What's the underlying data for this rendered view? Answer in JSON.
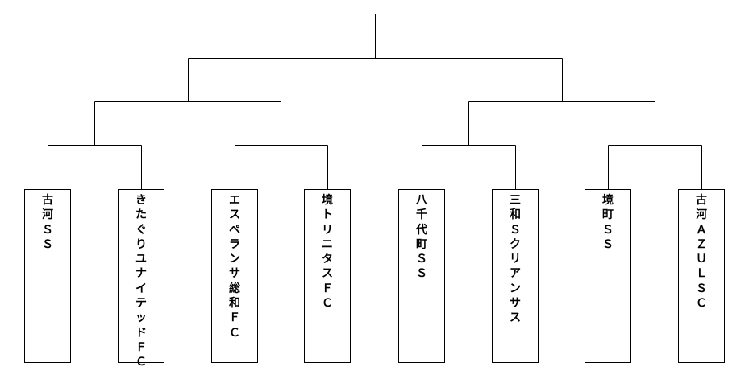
{
  "colors": {
    "line": "#000000",
    "box_border": "#000000",
    "background": "#ffffff"
  },
  "teams": [
    {
      "name": "古河ＳＳ"
    },
    {
      "name": "きたぐりユナイテッドＦＣ"
    },
    {
      "name": "エスペランサ総和ＦＣ"
    },
    {
      "name": "境トリニタスＦＣ"
    },
    {
      "name": "八千代町ＳＳ"
    },
    {
      "name": "三和Ｓクリアンサス"
    },
    {
      "name": "境町ＳＳ"
    },
    {
      "name": "古河ＡＺＵＬ　ＳＣ"
    }
  ]
}
